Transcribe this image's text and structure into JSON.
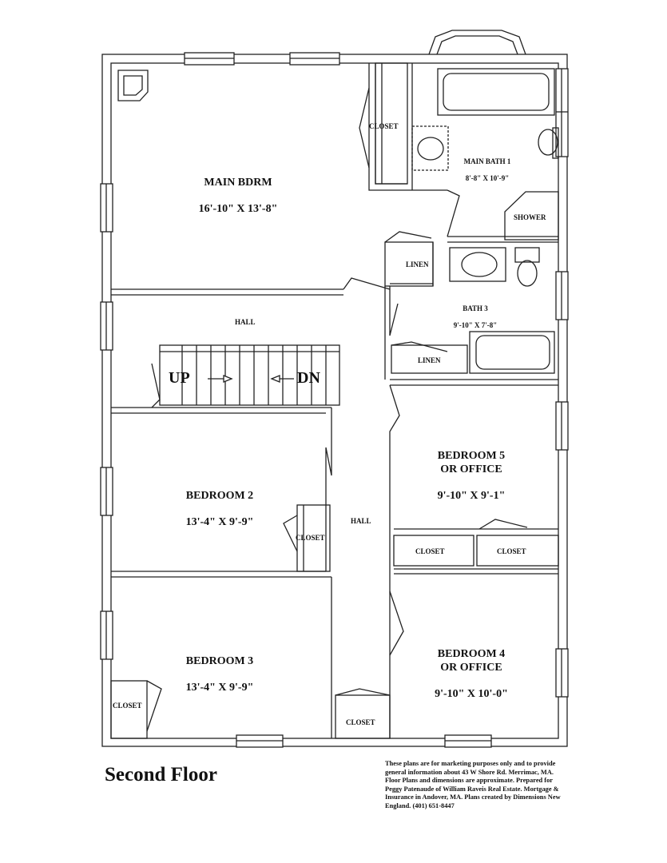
{
  "rooms": {
    "main_bdrm": {
      "name": "MAIN BDRM",
      "dims": "16'-10\" X 13'-8\""
    },
    "main_bath": {
      "name": "MAIN BATH 1",
      "dims": "8'-8\" X 10'-9\""
    },
    "bath3": {
      "name": "BATH 3",
      "dims": "9'-10\" X 7'-8\""
    },
    "bedroom2": {
      "name": "BEDROOM 2",
      "dims": "13'-4\" X 9'-9\""
    },
    "bedroom3": {
      "name": "BEDROOM 3",
      "dims": "13'-4\" X 9'-9\""
    },
    "bedroom4": {
      "name": "BEDROOM 4\nOR OFFICE",
      "dims": "9'-10\" X 10'-0\""
    },
    "bedroom5": {
      "name": "BEDROOM 5\nOR OFFICE",
      "dims": "9'-10\" X 9'-1\""
    }
  },
  "labels": {
    "closet": "CLOSET",
    "linen": "LINEN",
    "shower": "SHOWER",
    "hall": "HALL",
    "up": "UP",
    "dn": "DN"
  },
  "title": "Second Floor",
  "disclaimer": "These plans are for marketing purposes only and to provide general information about 43 W Shore Rd. Merrimac, MA.  Floor Plans and dimensions are approximate.  Prepared for Peggy Patenaude of William Raveis Real Estate. Mortgage & Insurance in Andover, MA.  Plans created by Dimensions New England.  (401) 651-8447"
}
